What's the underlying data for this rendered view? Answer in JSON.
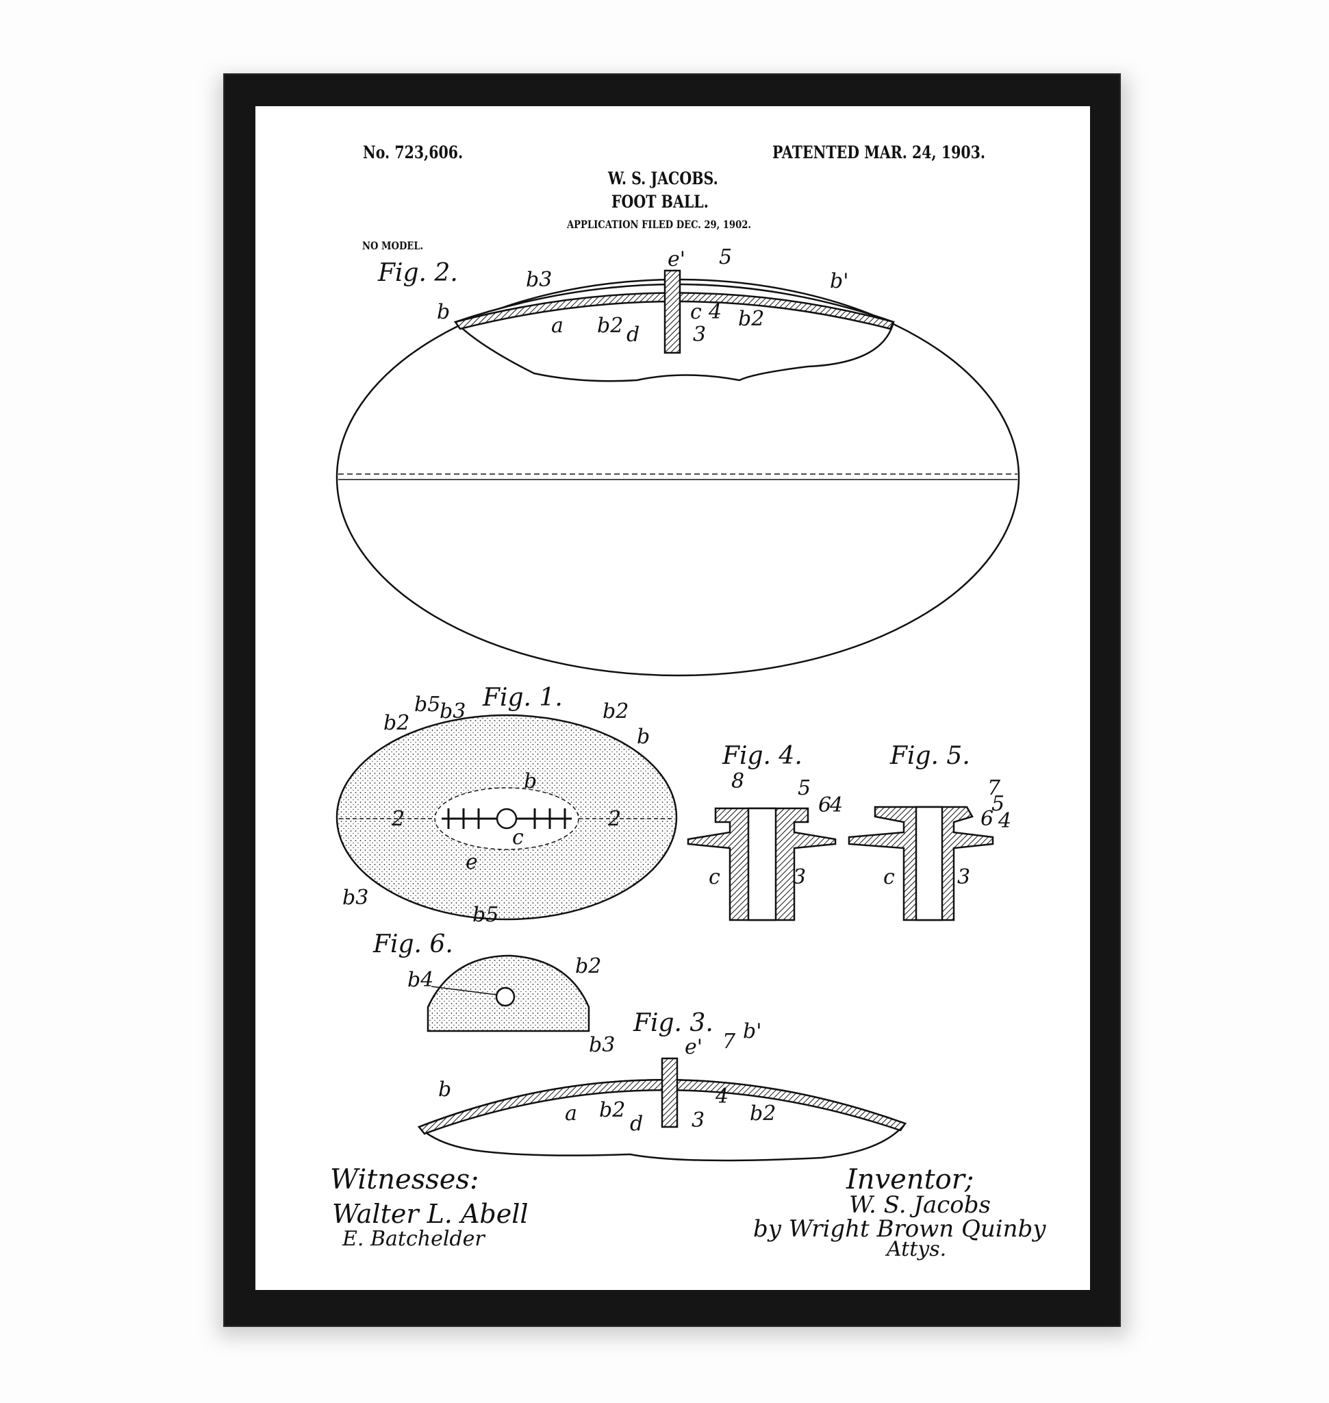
{
  "header": {
    "patent_number": "No. 723,606.",
    "patent_date": "PATENTED MAR. 24, 1903.",
    "inventor_name": "W. S. JACOBS.",
    "title": "FOOT BALL.",
    "application": "APPLICATION FILED DEC. 29, 1902.",
    "no_model": "NO MODEL."
  },
  "figures": {
    "fig2": {
      "title": "Fig. 2.",
      "labels": [
        "b3",
        "e'",
        "5",
        "b'",
        "b",
        "a",
        "b2",
        "d",
        "3",
        "c",
        "4",
        "b2"
      ]
    },
    "fig1": {
      "title": "Fig. 1.",
      "labels": [
        "b2",
        "b5",
        "b3",
        "b2",
        "b",
        "b",
        "2",
        "2",
        "c",
        "e",
        "b3",
        "b5"
      ]
    },
    "fig4": {
      "title": "Fig. 4.",
      "labels": [
        "8",
        "5",
        "6",
        "4",
        "c",
        "3"
      ]
    },
    "fig5": {
      "title": "Fig. 5.",
      "labels": [
        "7",
        "5",
        "6",
        "4",
        "c",
        "3"
      ]
    },
    "fig6": {
      "title": "Fig. 6.",
      "labels": [
        "b4",
        "b2"
      ]
    },
    "fig3": {
      "title": "Fig. 3.",
      "labels": [
        "b3",
        "e'",
        "7",
        "b'",
        "b",
        "a",
        "b2",
        "d",
        "3",
        "4",
        "b2"
      ]
    }
  },
  "footer": {
    "witnesses_label": "Witnesses:",
    "witness_1": "Walter L. Abell",
    "witness_2": "E. Batchelder",
    "inventor_label": "Inventor;",
    "inventor_signature": "W. S. Jacobs",
    "attorneys": "by Wright Brown Quinby",
    "attys": "Attys."
  },
  "colors": {
    "frame": "#151515",
    "paper": "#ffffff",
    "ink": "#111111"
  }
}
